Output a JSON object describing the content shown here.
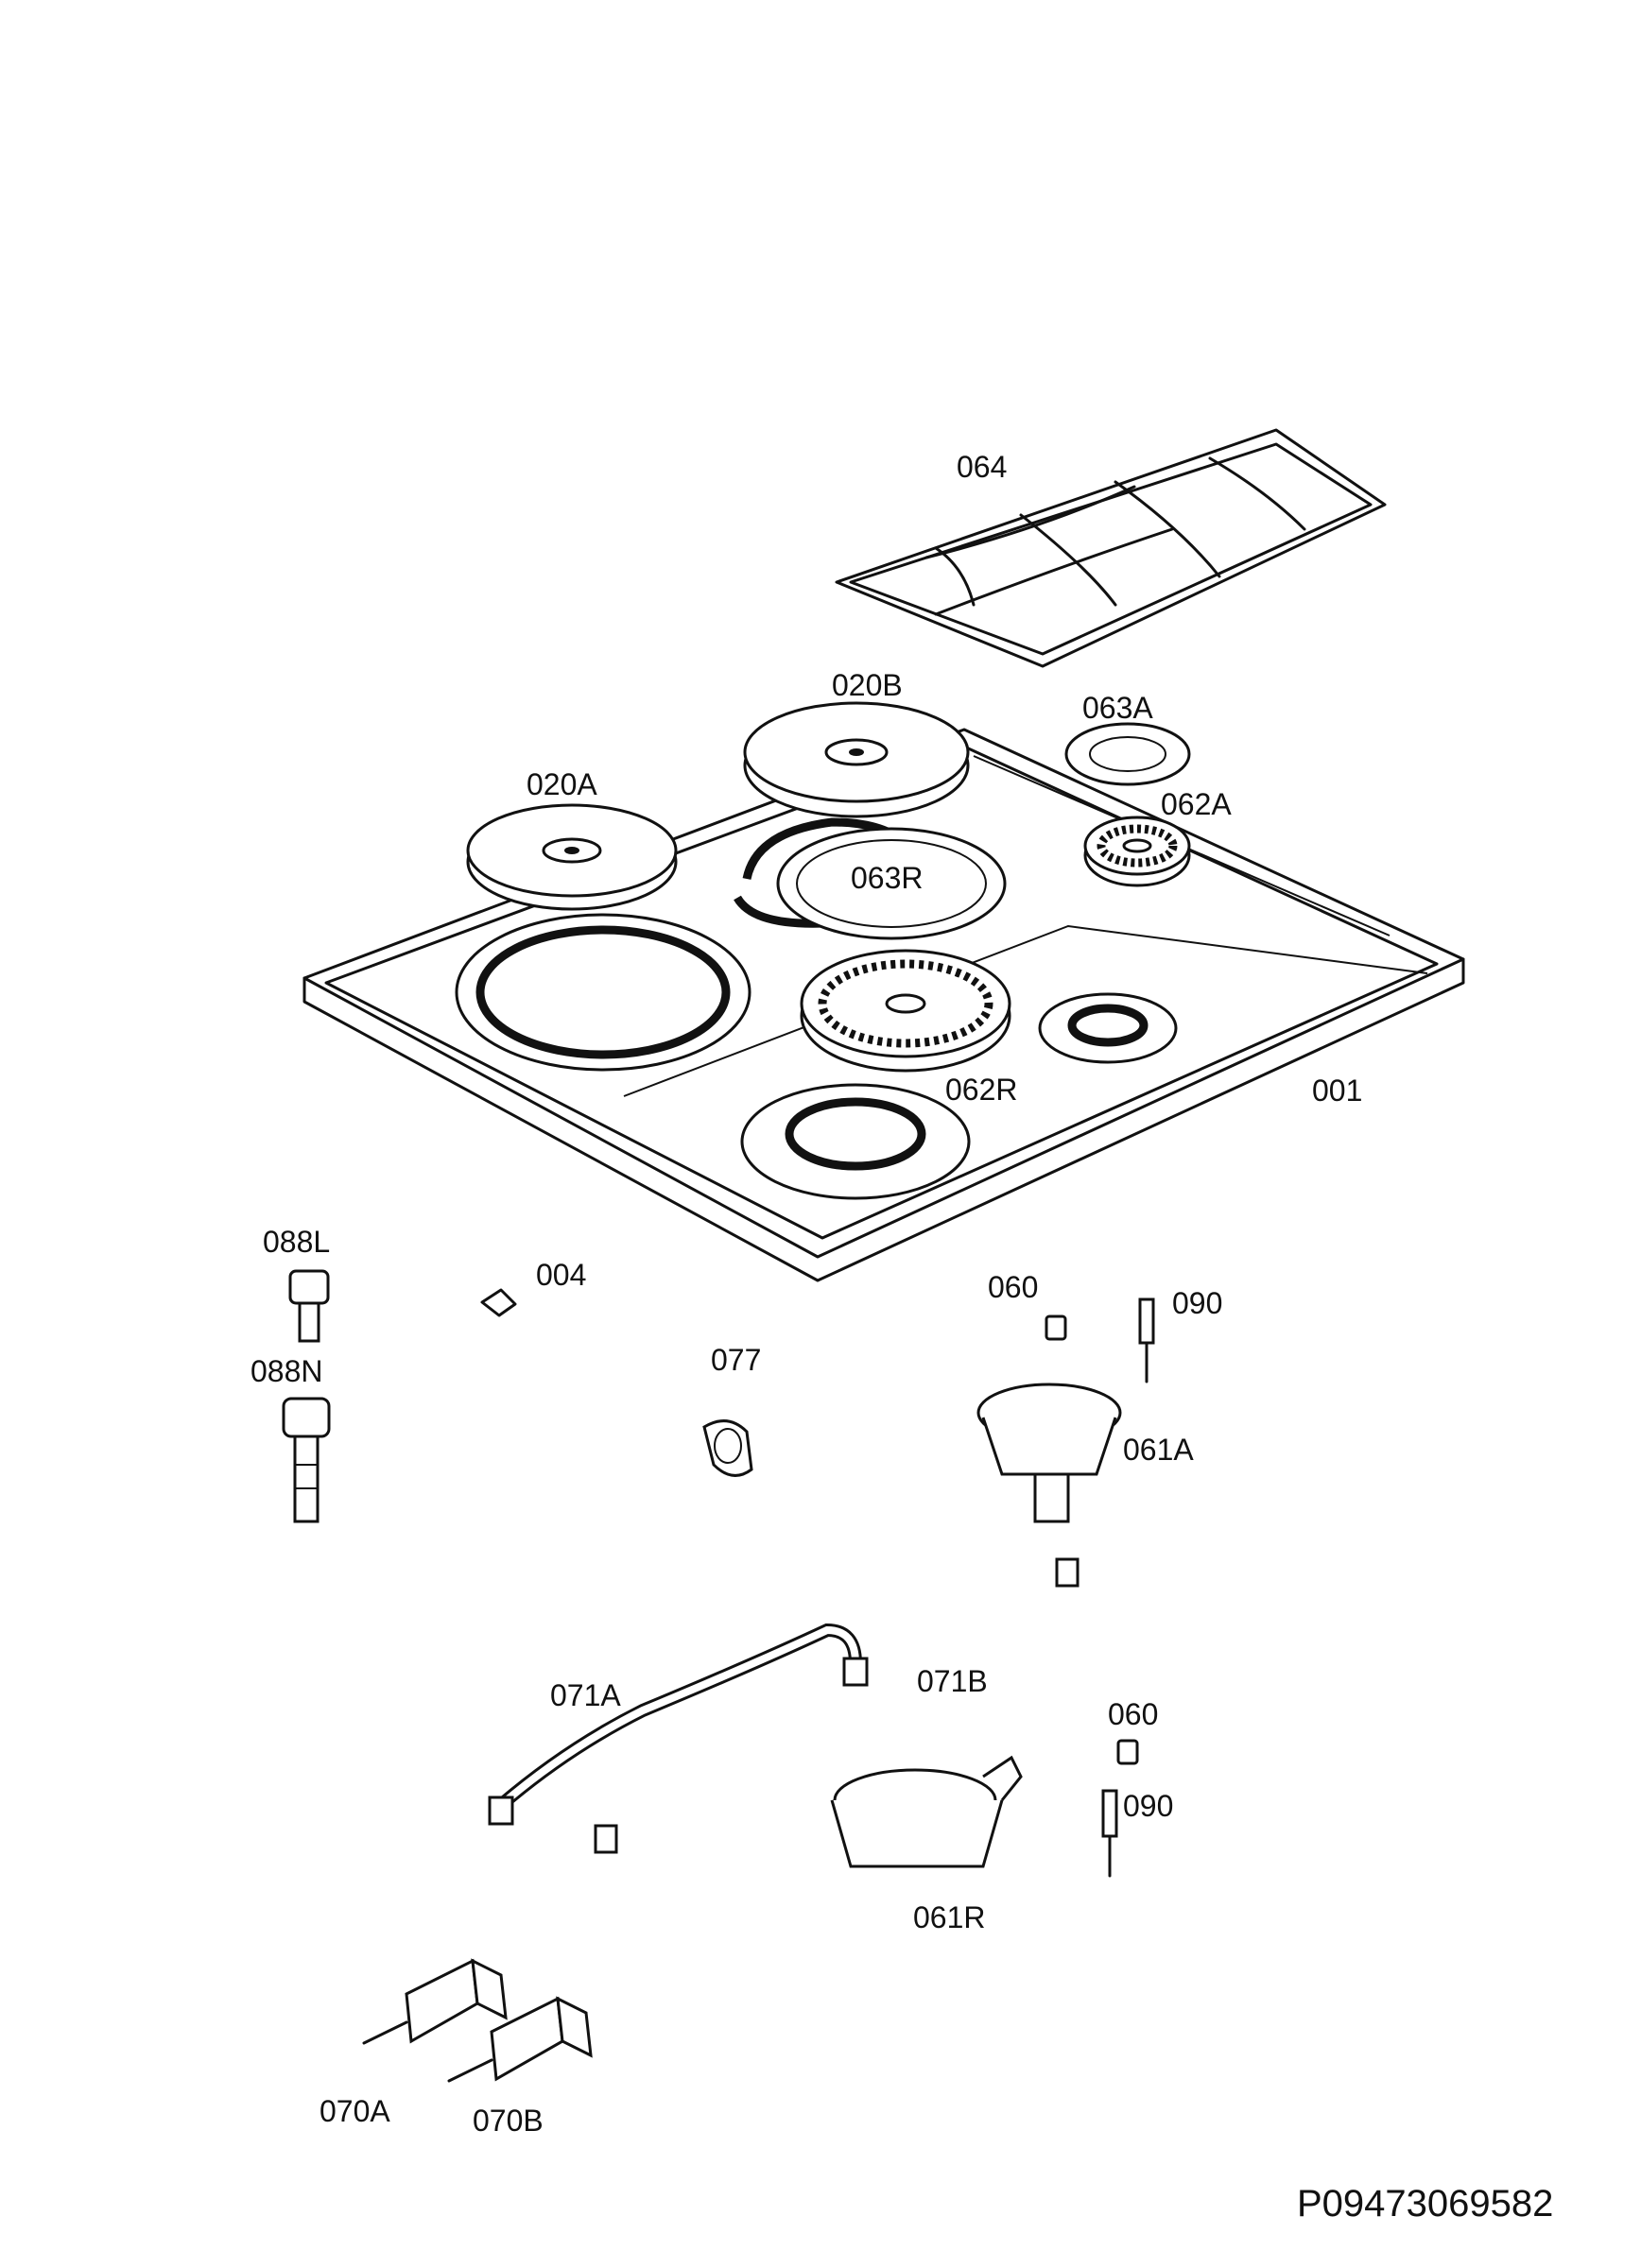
{
  "labels": {
    "p064": "064",
    "p020b": "020B",
    "p063a": "063A",
    "p020a": "020A",
    "p062a": "062A",
    "p063r": "063R",
    "p062r": "062R",
    "p001": "001",
    "p088l": "088L",
    "p004": "004",
    "p060a": "060",
    "p090a": "090",
    "p077": "077",
    "p088n": "088N",
    "p061a": "061A",
    "p071a": "071A",
    "p071b": "071B",
    "p060b": "060",
    "p090b": "090",
    "p061r": "061R",
    "p070a": "070A",
    "p070b": "070B"
  },
  "document_code": "P09473069582"
}
